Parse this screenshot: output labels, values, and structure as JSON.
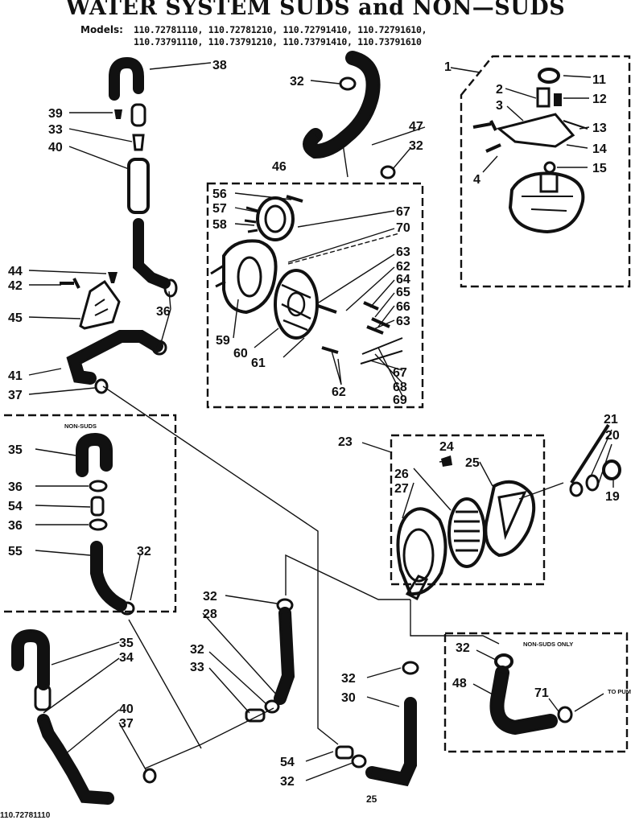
{
  "header": {
    "title": "WATER SYSTEM SUDS and NON—SUDS",
    "models_label": "Models:",
    "models_line_1": "110.72781110, 110.72781210, 110.72791410, 110.72791610,",
    "models_line_2": "110.73791110, 110.73791210, 110.73791410, 110.73791610"
  },
  "boxes": {
    "non_suds": "NON-SUDS",
    "non_suds_only": "NON-SUDS ONLY",
    "to_pump": "TO PUMP"
  },
  "part_numbers": {
    "p1": "1",
    "p2": "2",
    "p3": "3",
    "p4": "4",
    "p11": "11",
    "p12": "12",
    "p13": "13",
    "p14": "14",
    "p15": "15",
    "p19": "19",
    "p20": "20",
    "p21": "21",
    "p23": "23",
    "p24": "24",
    "p25": "25",
    "p26": "26",
    "p27": "27",
    "p28": "28",
    "p30": "30",
    "p32": "32",
    "p33": "33",
    "p34": "34",
    "p35": "35",
    "p36": "36",
    "p37": "37",
    "p38": "38",
    "p39": "39",
    "p40": "40",
    "p41": "41",
    "p42": "42",
    "p44": "44",
    "p45": "45",
    "p46": "46",
    "p47": "47",
    "p48": "48",
    "p54": "54",
    "p55": "55",
    "p56": "56",
    "p57": "57",
    "p58": "58",
    "p59": "59",
    "p60": "60",
    "p61": "61",
    "p62": "62",
    "p63": "63",
    "p64": "64",
    "p65": "65",
    "p66": "66",
    "p67": "67",
    "p68": "68",
    "p69": "69",
    "p70": "70",
    "p71": "71"
  },
  "footer": {
    "page_number": "25",
    "doc_code": "110.72781110"
  }
}
